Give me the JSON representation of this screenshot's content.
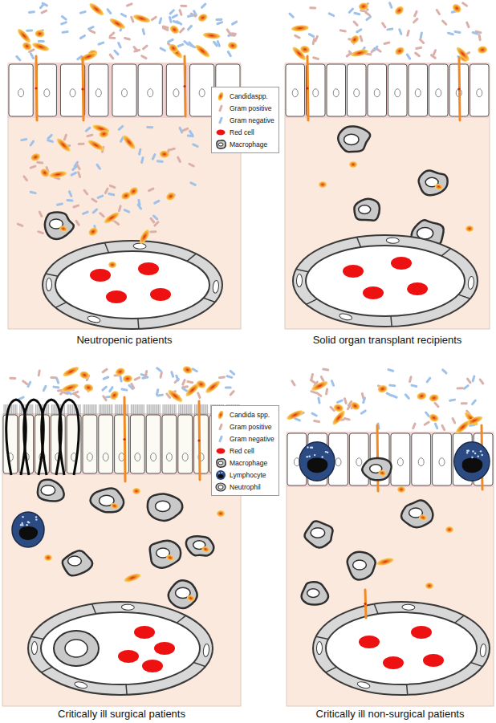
{
  "diagram": {
    "labels": [
      "Neutropenic patients",
      "Solid organ transplant recipients",
      "Critically ill surgical patients",
      "Critically ill non-surgical patients"
    ],
    "legend": [
      {
        "text": "Candidaspp."
      },
      {
        "text": "Gram positive"
      },
      {
        "text": "Gram negative"
      },
      {
        "text": "Red cell"
      },
      {
        "text": "Macrophage"
      },
      {
        "text": "Candida spp."
      },
      {
        "text": "Gram positive"
      },
      {
        "text": "Gram negative"
      },
      {
        "text": "Red cell"
      },
      {
        "text": "Macrophage"
      },
      {
        "text": "Lymphocyte"
      },
      {
        "text": "Neutrophil"
      }
    ]
  }
}
